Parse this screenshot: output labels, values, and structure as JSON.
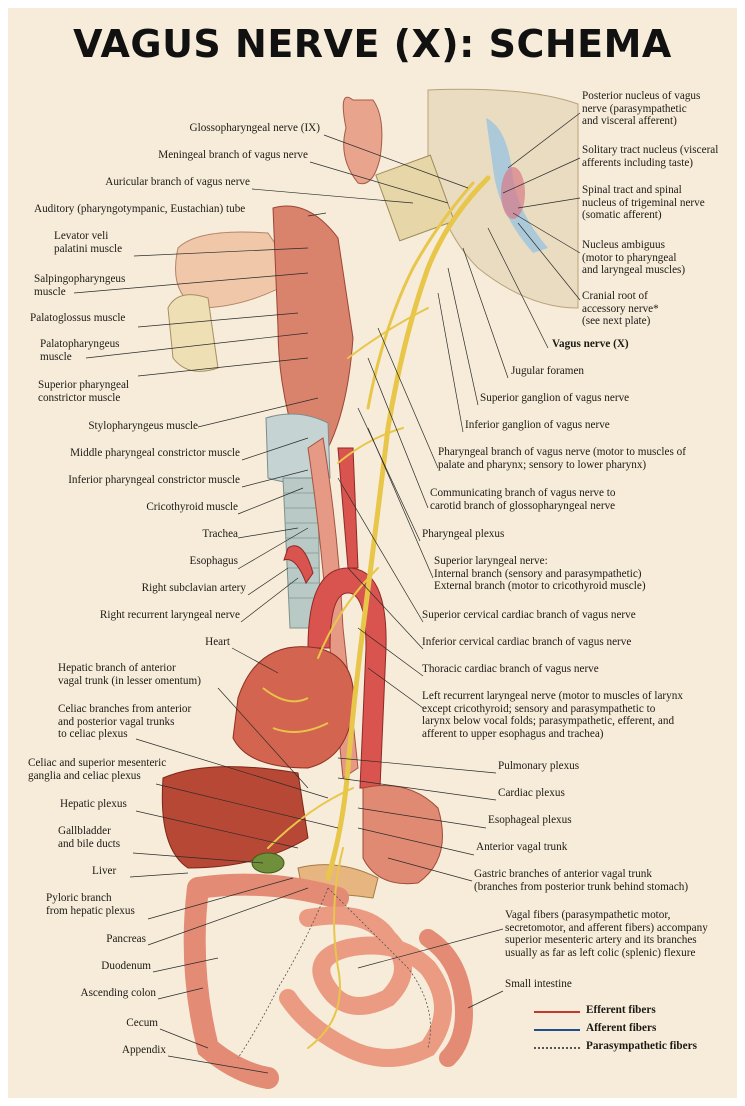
{
  "title": "VAGUS NERVE (X): SCHEMA",
  "colors": {
    "background": "#f6ecd9",
    "efferent": "#c0392b",
    "afferent": "#1f4e8c",
    "parasympathetic": "#555555",
    "nerve": "#e8c64a",
    "tissue": "#e07a68",
    "organ_dark": "#b6413a"
  },
  "labels_left": [
    "Glossopharyngeal nerve (IX)",
    "Meningeal branch of vagus nerve",
    "Auricular branch of vagus nerve",
    "Auditory (pharyngotympanic, Eustachian) tube",
    "Levator veli\npalatini muscle",
    "Salpingopharyngeus\nmuscle",
    "Palatoglossus muscle",
    "Palatopharyngeus\nmuscle",
    "Superior pharyngeal\nconstrictor muscle",
    "Stylopharyngeus muscle",
    "Middle pharyngeal constrictor muscle",
    "Inferior pharyngeal constrictor muscle",
    "Cricothyroid muscle",
    "Trachea",
    "Esophagus",
    "Right subclavian artery",
    "Right recurrent laryngeal nerve",
    "Heart",
    "Hepatic branch of anterior\nvagal trunk (in lesser omentum)",
    "Celiac branches from anterior\nand posterior vagal trunks\nto celiac plexus",
    "Celiac and superior mesenteric\nganglia and celiac plexus",
    "Hepatic plexus",
    "Gallbladder\nand bile ducts",
    "Liver",
    "Pyloric branch\nfrom hepatic plexus",
    "Pancreas",
    "Duodenum",
    "Ascending colon",
    "Cecum",
    "Appendix"
  ],
  "labels_right": [
    "Posterior nucleus of vagus\nnerve (parasympathetic\nand visceral afferent)",
    "Solitary tract nucleus (visceral\nafferents including taste)",
    "Spinal tract and spinal\nnucleus of trigeminal nerve\n(somatic afferent)",
    "Nucleus ambiguus\n(motor to pharyngeal\nand laryngeal muscles)",
    "Cranial root of\naccessory nerve*\n(see next plate)",
    "Vagus nerve (X)",
    "Jugular foramen",
    "Superior ganglion of vagus nerve",
    "Inferior ganglion of vagus nerve",
    "Pharyngeal branch of vagus nerve (motor to muscles of\npalate and pharynx; sensory to lower pharynx)",
    "Communicating branch of vagus nerve to\ncarotid branch of glossopharyngeal nerve",
    "Pharyngeal plexus",
    "Superior laryngeal nerve:\n   Internal branch (sensory and parasympathetic)\n   External branch (motor to cricothyroid muscle)",
    "Superior cervical cardiac branch of vagus nerve",
    "Inferior cervical cardiac branch of vagus nerve",
    "Thoracic cardiac branch of vagus nerve",
    "Left recurrent laryngeal nerve (motor to muscles of larynx\nexcept cricothyroid; sensory and parasympathetic to\nlarynx below vocal folds; parasympathetic, efferent, and\nafferent to upper esophagus and trachea)",
    "Pulmonary plexus",
    "Cardiac plexus",
    "Esophageal plexus",
    "Anterior vagal trunk",
    "Gastric branches of anterior vagal trunk\n(branches from posterior trunk behind stomach)",
    "Vagal fibers (parasympathetic motor,\nsecretomotor, and afferent fibers) accompany\nsuperior mesenteric artery and its branches\nusually as far as left colic (splenic) flexure",
    "Small intestine"
  ],
  "legend": [
    {
      "label": "Efferent fibers",
      "style": "efferent"
    },
    {
      "label": "Afferent fibers",
      "style": "afferent"
    },
    {
      "label": "Parasympathetic fibers",
      "style": "parasympathetic"
    }
  ]
}
